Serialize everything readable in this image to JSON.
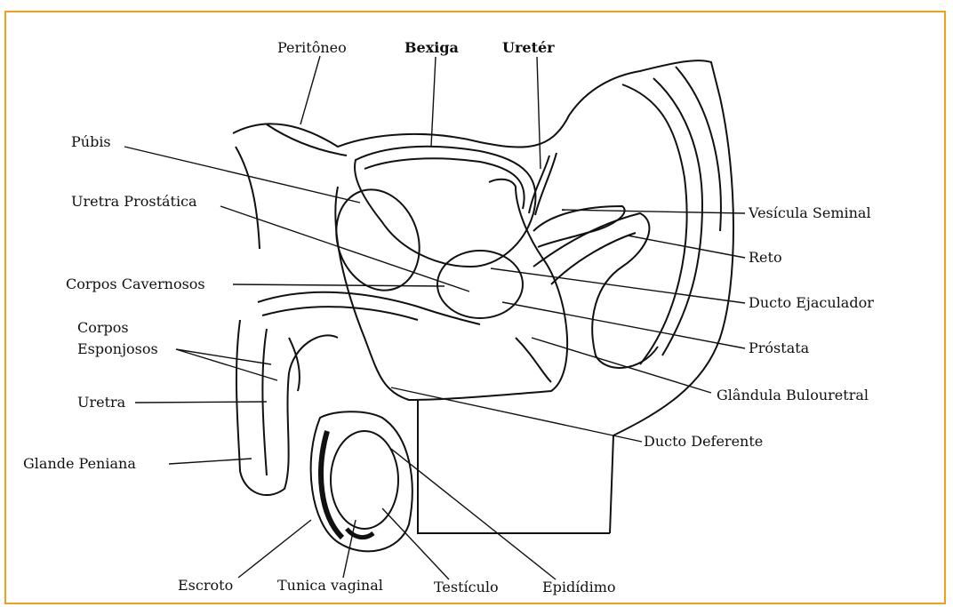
{
  "labels": {
    "peritoneo": "Peritôneo",
    "bexiga": "Bexiga",
    "ureter": "Uretér",
    "pubis": "Púbis",
    "uretra_prostatica": "Uretra Prostática",
    "corpos_cavernosos": "Corpos Cavernosos",
    "corpos_esponjosos_1": "Corpos",
    "corpos_esponjosos_2": "Esponjosos",
    "uretra": "Uretra",
    "glande_peniana": "Glande Peniana",
    "vesicula_seminal": "Vesícula Seminal",
    "reto": "Reto",
    "ducto_ejaculador": "Ducto Ejaculador",
    "prostata": "Próstata",
    "glandula_bulouretral": "Glândula Bulouretral",
    "ducto_deferente": "Ducto Deferente",
    "escroto": "Escroto",
    "tunica_vaginal": "Tunica vaginal",
    "testiculo": "Testículo",
    "epididimo": "Epidídimo"
  },
  "colors": {
    "frame": "#f0a020",
    "ink": "#111111"
  }
}
